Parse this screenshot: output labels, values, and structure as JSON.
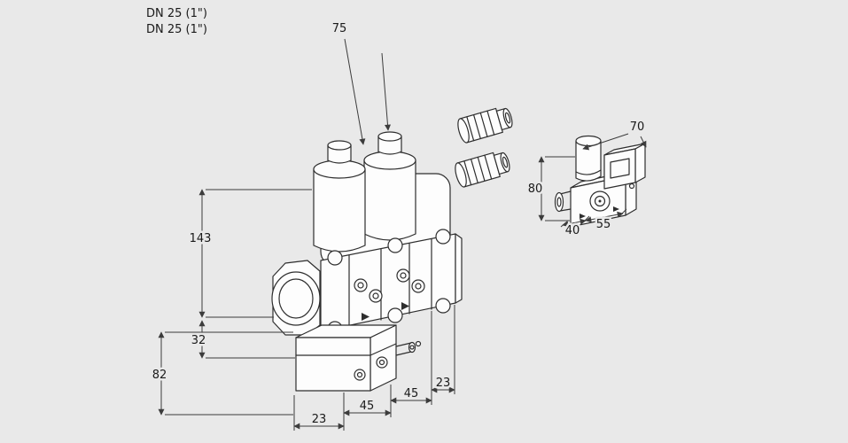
{
  "colors": {
    "bg": "#e9e9e9",
    "line": "#2e2e2e",
    "dim": "#3c3c3c",
    "text": "#1a1a1a"
  },
  "annotations": {
    "dn_label_1": "DN 25 (1\")",
    "dn_label_2": "DN 25 (1\")"
  },
  "dimensions": {
    "coil_spacing": "75",
    "body_height": "143",
    "port_offset": "32",
    "lower_height": "82",
    "bottom_offset_left": "23",
    "flange_spacing_left": "45",
    "flange_spacing_right": "45",
    "bottom_offset_right": "23",
    "small_valve_width": "70",
    "small_valve_height": "80",
    "small_valve_depth": "40",
    "small_valve_length": "55"
  }
}
